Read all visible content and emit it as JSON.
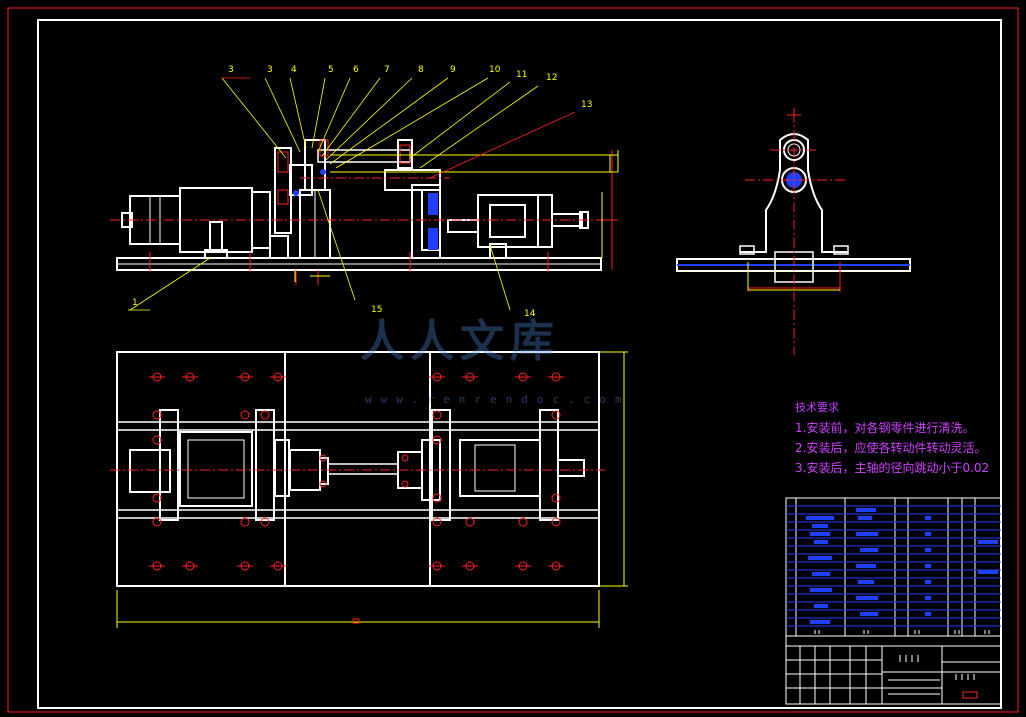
{
  "balloons": [
    "3",
    "3",
    "4",
    "5",
    "6",
    "7",
    "8",
    "9",
    "10",
    "11",
    "12",
    "13",
    "1",
    "15",
    "14"
  ],
  "tech_requirements": {
    "title": "技术要求",
    "items": [
      "1.安装前，对各钢零件进行清洗。",
      "2.安装后，应使各转动件转动灵活。",
      "3.安装后，主轴的径向跳动小于0.02"
    ]
  },
  "watermark": {
    "logo_text": "人人文库",
    "url": "www.renrendoc.com"
  },
  "colors": {
    "frame": "#ff2020",
    "border": "#ffffff",
    "leader": "#ffff00",
    "centerline": "#ff2020",
    "accent": "#2040ff",
    "text": "#d040ff"
  }
}
